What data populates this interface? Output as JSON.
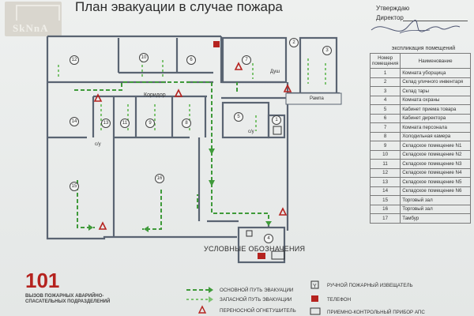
{
  "brand": {
    "name": "SkNnA"
  },
  "title": "План эвакуации в случае пожара",
  "approval": {
    "approve_label": "Утверждаю",
    "director_label": "Директор"
  },
  "plan_labels": {
    "corridor": "Коридор",
    "shower": "Душ",
    "ramp": "Рампа",
    "su": "с/у"
  },
  "rooms_table": {
    "caption": "экспликация помещений",
    "col_num": "Номер помещения",
    "col_name": "Наименование",
    "rows": [
      {
        "num": "1",
        "name": "Комната уборщица"
      },
      {
        "num": "2",
        "name": "Склад уличного инвентаря"
      },
      {
        "num": "3",
        "name": "Склад тары"
      },
      {
        "num": "4",
        "name": "Комната охраны"
      },
      {
        "num": "5",
        "name": "Кабинет приема товара"
      },
      {
        "num": "6",
        "name": "Кабинет директора"
      },
      {
        "num": "7",
        "name": "Комната персонала"
      },
      {
        "num": "8",
        "name": "Холодильная камера"
      },
      {
        "num": "9",
        "name": "Складское помещение N1"
      },
      {
        "num": "10",
        "name": "Складское помещение N2"
      },
      {
        "num": "11",
        "name": "Складское помещение N3"
      },
      {
        "num": "12",
        "name": "Складское помещение N4"
      },
      {
        "num": "13",
        "name": "Складское помещение N5"
      },
      {
        "num": "14",
        "name": "Складское помещение N6"
      },
      {
        "num": "15",
        "name": "Торговый зал"
      },
      {
        "num": "16",
        "name": "Торговый зал"
      },
      {
        "num": "17",
        "name": "Тамбур"
      }
    ]
  },
  "emergency": {
    "number": "101",
    "text": "вызов пожарных аварийно-спасательных подразделений"
  },
  "legend": {
    "title": "УСЛОВНЫЕ ОБОЗНАЧЕНИЯ",
    "items": [
      {
        "label": "основной путь эвакуации"
      },
      {
        "label": "запасной путь эвакуации"
      },
      {
        "label": "переносной огнетушитель"
      },
      {
        "label": "ручной пожарный извещатель"
      },
      {
        "label": "телефон"
      },
      {
        "label": "приемно-контрольный прибор АПС"
      }
    ]
  },
  "colors": {
    "route_main": "#3f9a3a",
    "route_spare": "#7cc270",
    "walls": "#5a6472",
    "fire_red": "#b5231f"
  }
}
